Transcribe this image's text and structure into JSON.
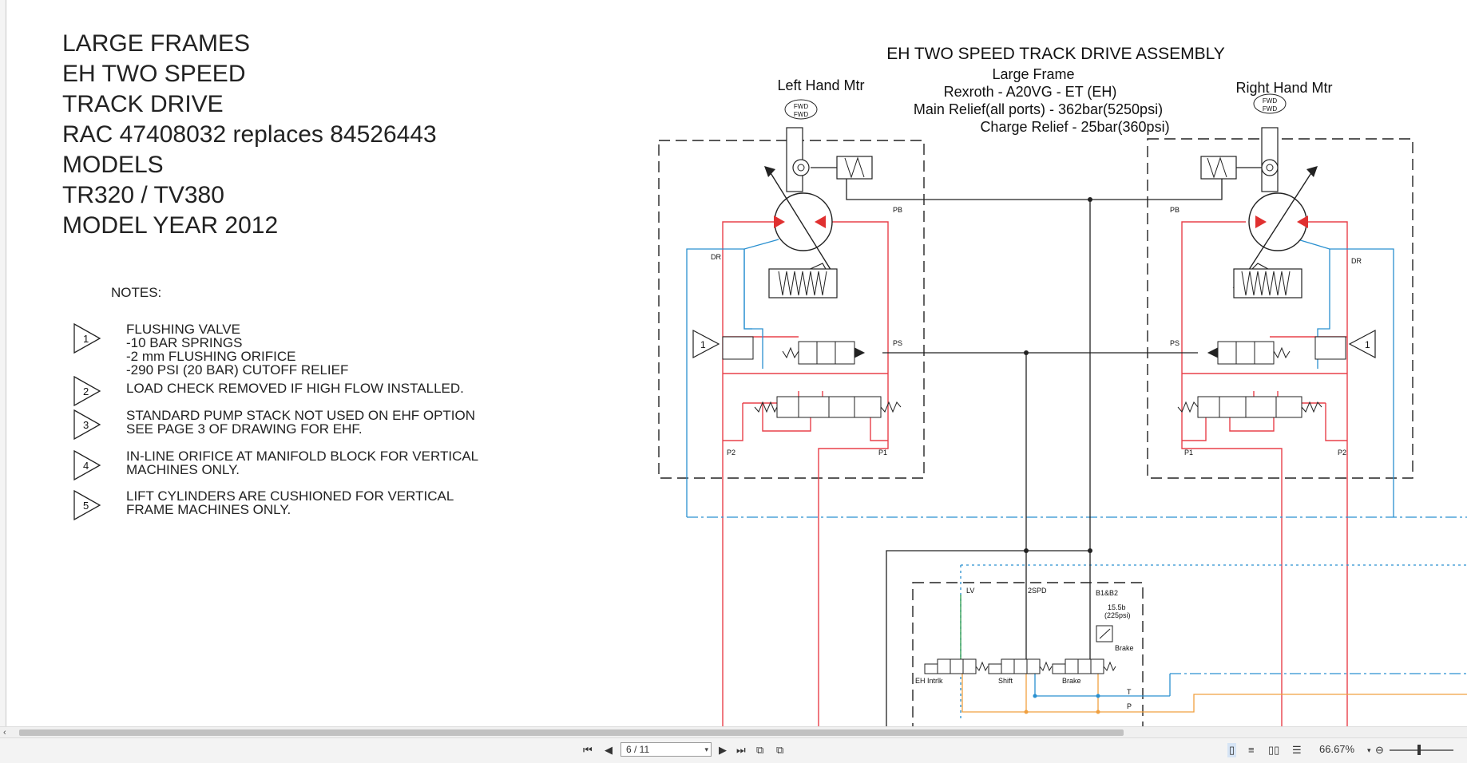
{
  "title_block": {
    "lines": [
      "LARGE FRAMES",
      "EH TWO SPEED",
      "TRACK DRIVE",
      "RAC 47408032 replaces 84526443",
      "MODELS",
      "TR320 / TV380",
      "MODEL YEAR 2012"
    ]
  },
  "notes": {
    "heading": "NOTES:",
    "items": [
      {
        "num": "1",
        "text": "FLUSHING VALVE\n-10 BAR SPRINGS\n-2 mm FLUSHING ORIFICE\n-290 PSI (20 BAR) CUTOFF RELIEF"
      },
      {
        "num": "2",
        "text": "LOAD CHECK REMOVED IF HIGH FLOW INSTALLED."
      },
      {
        "num": "3",
        "text": "STANDARD PUMP STACK NOT USED ON EHF OPTION\nSEE PAGE 3 OF DRAWING FOR EHF."
      },
      {
        "num": "4",
        "text": "IN-LINE ORIFICE AT MANIFOLD BLOCK FOR VERTICAL\nMACHINES ONLY."
      },
      {
        "num": "5",
        "text": "LIFT CYLINDERS ARE CUSHIONED FOR VERTICAL\nFRAME MACHINES ONLY."
      }
    ]
  },
  "diagram": {
    "title": "EH TWO SPEED TRACK DRIVE ASSEMBLY",
    "subtitle_lines": [
      "Large Frame",
      "Rexroth - A20VG - ET (EH)",
      "Main Relief(all ports) - 362bar(5250psi)",
      "Charge Relief - 25bar(360psi)"
    ],
    "left_motor_label": "Left Hand Mtr",
    "right_motor_label": "Right Hand Mtr",
    "fwd_label": "FWD",
    "left_ports": {
      "pb": "PB",
      "dr": "DR",
      "ps": "PS",
      "p2": "P2",
      "p1": "P1",
      "note": "1"
    },
    "right_ports": {
      "pb": "PB",
      "dr": "DR",
      "ps": "PS",
      "p1": "P1",
      "p2": "P2",
      "note": "1"
    },
    "manifold": {
      "lv": "LV",
      "spd": "2SPD",
      "b1b2": "B1&B2",
      "pressure": "15.5b",
      "pressure_psi": "(225psi)",
      "brake_sensor": "Brake",
      "valves": [
        "EH Intrlk",
        "Shift",
        "Brake"
      ],
      "t": "T",
      "p": "P"
    },
    "colors": {
      "pressure_line": "#e8404a",
      "case_drain": "#2a90d0",
      "charge": "#f0a040",
      "pilot": "#2a9a4a",
      "valve_red": "#e03030"
    }
  },
  "toolbar": {
    "page_field": "6 / 11",
    "zoom": "66.67%",
    "icons": [
      "first-page-icon",
      "prev-page-icon",
      "next-page-icon",
      "last-page-icon",
      "previous-view-icon",
      "next-view-icon",
      "single-page-icon",
      "continuous-icon",
      "facing-icon",
      "continuous-facing-icon",
      "zoom-dropdown-icon",
      "zoom-out-icon"
    ]
  }
}
